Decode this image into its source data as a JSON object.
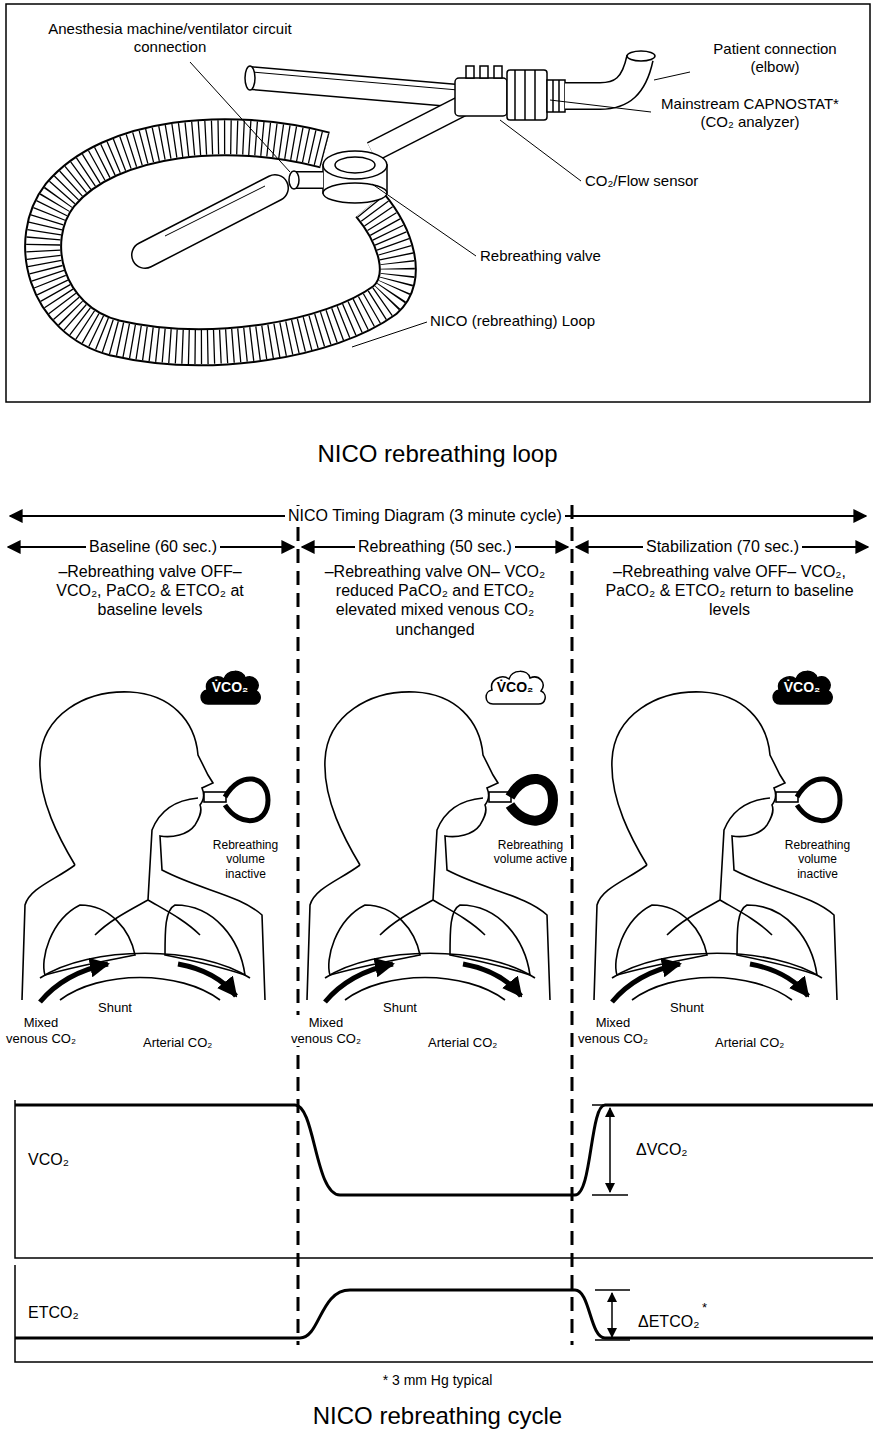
{
  "diagram": {
    "caption": "NICO rebreathing cycle",
    "nodes": [
      {
        "text": [
          "V̇CO₂"
        ]
      },
      {
        "text": [
          "V̇CO₂"
        ]
      },
      {
        "text": [
          "V̇CO₂"
        ]
      }
    ],
    "labels": [
      "Anesthesia machine/ventilator circuit connection",
      "Patient connection (elbow)",
      "Mainstream CAPNOSTAT* (CO₂ analyzer)",
      "CO₂/Flow sensor",
      "Rebreathing valve",
      "NICO (rebreathing) Loop",
      "NICO rebreathing loop",
      "NICO Timing Diagram (3 minute cycle)",
      "Baseline (60 sec.)",
      "Rebreathing (50 sec.)",
      "Stabilization (70 sec.)",
      "–Rebreathing valve OFF– VCO₂, PaCO₂ & ETCO₂ at baseline levels",
      "–Rebreathing valve ON– VCO₂ reduced PaCO₂ and ETCO₂ elevated mixed venous CO₂ unchanged",
      "–Rebreathing valve OFF– VCO₂, PaCO₂ & ETCO₂ return to baseline levels",
      "Rebreathing volume inactive",
      "Shunt",
      "Mixed venous CO₂",
      "Arterial CO₂",
      "Rebreathing volume active",
      "Shunt",
      "Mixed venous CO₂",
      "Arterial CO₂",
      "Rebreathing volume inactive",
      "Shunt",
      "Mixed venous CO₂",
      "Arterial CO₂",
      "VCO₂",
      "ΔVCO₂",
      "ETCO₂",
      "ΔETCO₂",
      "*",
      "* 3 mm Hg typical"
    ]
  }
}
